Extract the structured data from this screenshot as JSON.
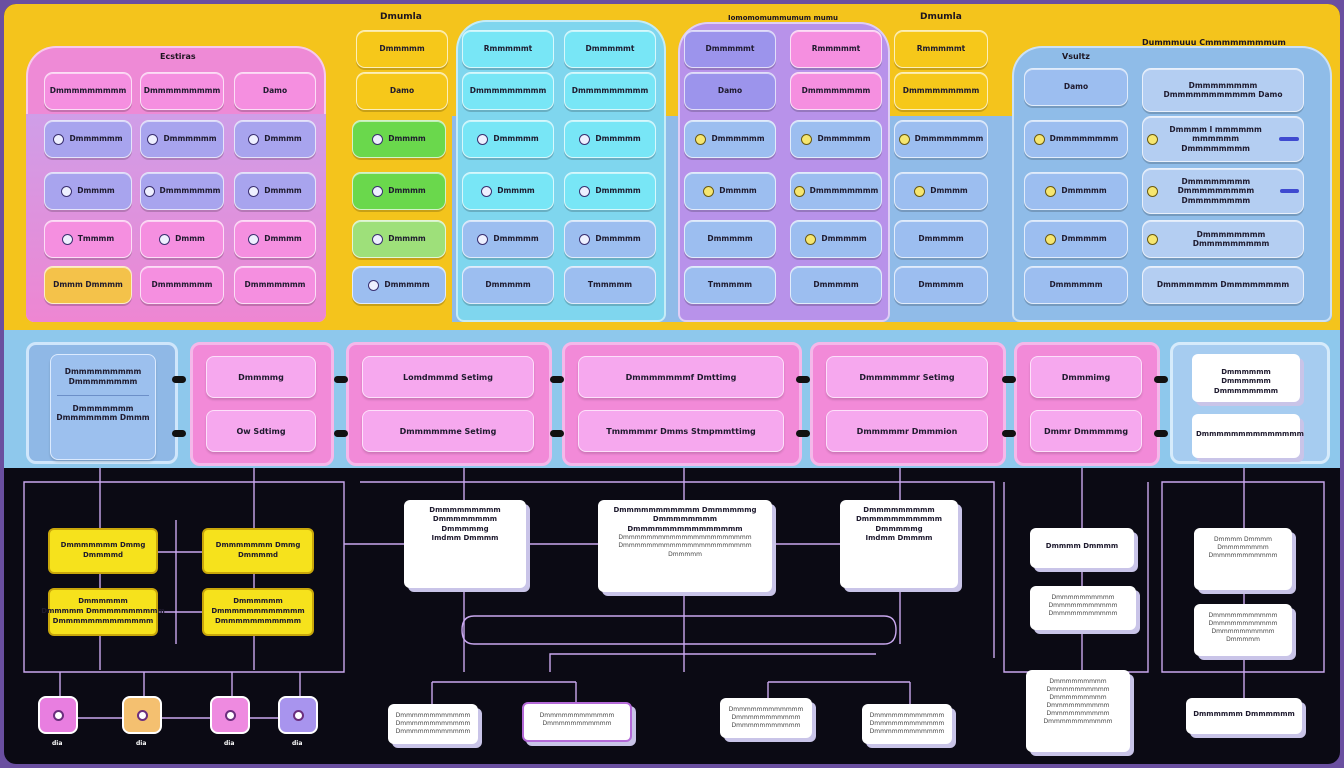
{
  "header": {
    "left_title": "Dmumla",
    "center_title": "Iomomomummumum mumu",
    "right_title": "Dmumla",
    "right_subtitle": "Dummmuuu Cmmmmmmmmum"
  },
  "panels": {
    "pink_title": "Ecstiras",
    "blue_title": "Vsultz"
  },
  "top_chips": {
    "pink": [
      [
        "Dmmmmmmmmm",
        "Dmmmmmmmmm",
        "Damo"
      ],
      [
        "Dmmmmmm",
        "Dmmmmmm",
        "Dmmmm"
      ],
      [
        "Dmmmm",
        "Dmmmmmmm",
        "Dmmmm"
      ],
      [
        "Tmmmm",
        "Dmmm",
        "Dmmmm"
      ],
      [
        "Dmmm Dmmmm",
        "Dmmmmmmm",
        "Dmmmmmmm"
      ]
    ],
    "yellow_col": [
      "Dmmmmm",
      "Damo"
    ],
    "green_col": [
      "Dmmmm",
      "Dmmmm",
      "Dmmmm",
      "Dmmmmm"
    ],
    "cyan_left": [
      "Rmmmmmt",
      "Dmmmmmmmmm",
      "Dmmmmm",
      "Dmmmm",
      "Dmmmmm",
      "Dmmmmm"
    ],
    "cyan_right": [
      "Dmmmmmt",
      "Dmmmmmmmmm",
      "Dmmmmm",
      "Dmmmmm",
      "Dmmmmm",
      "Tmmmmm"
    ],
    "purple_left": [
      "Dmmmmmt",
      "Damo",
      "Dmmmmmm",
      "Dmmmm",
      "Dmmmmm",
      "Tmmmmm"
    ],
    "purple_right": [
      "Rmmmmmt",
      "Dmmmmmmmm",
      "Dmmmmmm",
      "Dmmmmmmmm",
      "Dmmmmm",
      "Dmmmmm"
    ],
    "yellow_right": [
      "Rmmmmmt",
      "Dmmmmmmmmm",
      "Dmmmmmmmm",
      "Dmmmm",
      "Dmmmmm",
      "Dmmmmm"
    ],
    "blue_left": [
      "Damo",
      "Dmmmmmmmm",
      "Dmmmmm",
      "Dmmmmm",
      "Dmmmmmm"
    ],
    "blue_right": [
      "Dmmmmmmmm Dmmmmmmmmmmm Damo",
      "Dmmmm I mmmmmm mmmmmm Dmmmmmmmm",
      "Dmmmmmmmm Dmmmmmmmmm Dmmmmmmmm",
      "Dmmmmmmmm Dmmmmmmmmm",
      "Dmmmmmmm Dmmmmmmmm"
    ]
  },
  "mid": {
    "left_box": [
      "Dmmmmmmmmm Dmmmmmmmm",
      "Dmmmmmmm Dmmmmmmm Dmmm"
    ],
    "pairs": [
      [
        "Dmmmmg",
        "Ow Sdtimg"
      ],
      [
        "Lomdmmmd Setimg",
        "Dmmmmmme Setimg"
      ],
      [
        "Dmmmmmmmf Dmttimg",
        "Tmmmmmr Dmms Stmpmmttimg"
      ],
      [
        "Dmmmmmmr Setimg",
        "Dmmmmmr Dmmmion"
      ],
      [
        "Dmmmimg",
        "Dmmr Dmmmmmg"
      ]
    ],
    "right_box": [
      "Dmmmmmm Dmmmmmm Dmmmmmmmm",
      "Dmmmmmmmmmmmmmm"
    ]
  },
  "bottom": {
    "yellow_cards": [
      [
        "Dmmmmmmm Dmmg",
        "Dmmmmd"
      ],
      [
        "Dmmmmmmm Dmmg",
        "Dmmmmd"
      ],
      [
        "Dmmmmmm",
        "Dmmmmm Dmmmmmmmmmm",
        "Dmmmmmmmmmmmmm"
      ],
      [
        "Dmmmmmm",
        "Dmmmmmmmmmmmm",
        "Dmmmmmmmmmmm"
      ]
    ],
    "nodes": [
      "dia",
      "dia",
      "dia",
      "dia"
    ],
    "cards_center": [
      [
        "Dmmmmmmmmm",
        "Dmmmmmmmm",
        "Dmmmmmg",
        "Imdmm Dmmmm"
      ],
      [
        "Dmmmmmmmmmmm Dmmmmmmg",
        "Dmmmmmmmm",
        "Dmmmmmmmmmmmmmmm",
        "Dmmmmmmmmmmmmmmmmmmmmmm",
        "Dmmmmmmmmmmmmmmmmmmmmmm",
        "Dmmmmm"
      ],
      [
        "Dmmmmmmmmm",
        "Dmmmmmmmmmmm",
        "Dmmmmmg",
        "Imdmm Dmmmm"
      ]
    ],
    "small_cards": [
      [
        "Dmmmmmmmmmmmm",
        "Dmmmmmmmmmmmm",
        "Dmmmmmmmmmmmm"
      ],
      [
        "Dmmmmmmmmmmmm",
        "Dmmmmmmmmmmm"
      ],
      [
        "Dmmmmmmmmmmmm",
        "Dmmmmmmmmmmm",
        "Dmmmmmmmmmmm"
      ],
      [
        "Dmmmmmmmmmmmm",
        "Dmmmmmmmmmmmm",
        "Dmmmmmmmmmmmm"
      ]
    ],
    "right_col": [
      [
        "Dmmmm Dmmmm"
      ],
      [
        "Dmmmmmmmmmm",
        "Dmmmmmmmmmmm",
        "Dmmmmmmmmmmm"
      ],
      [
        "Dmmmmmmmmm",
        "Dmmmmmmmmmm",
        "Dmmmmmmmmm",
        "Dmmmmmmmmmm",
        "Dmmmmmmmmmm",
        "Dmmmmmmmmmmm"
      ]
    ],
    "far_right": [
      [
        "Dmmmm Dmmmm",
        "Dmmmmmmmm",
        "Dmmmmmmmmmmm"
      ],
      [
        "Dmmmmmmmmmmm",
        "Dmmmmmmmmmmm",
        "Dmmmmmmmmmm",
        "Dmmmmm"
      ],
      [
        "Dmmmmmm Dmmmmmm"
      ]
    ]
  },
  "colors": {
    "frame": "#0b0a14",
    "yellow": "#f4c41c",
    "pink": "#f28ad8",
    "blue": "#8ec8ec",
    "wire": "#c9a8ee"
  }
}
